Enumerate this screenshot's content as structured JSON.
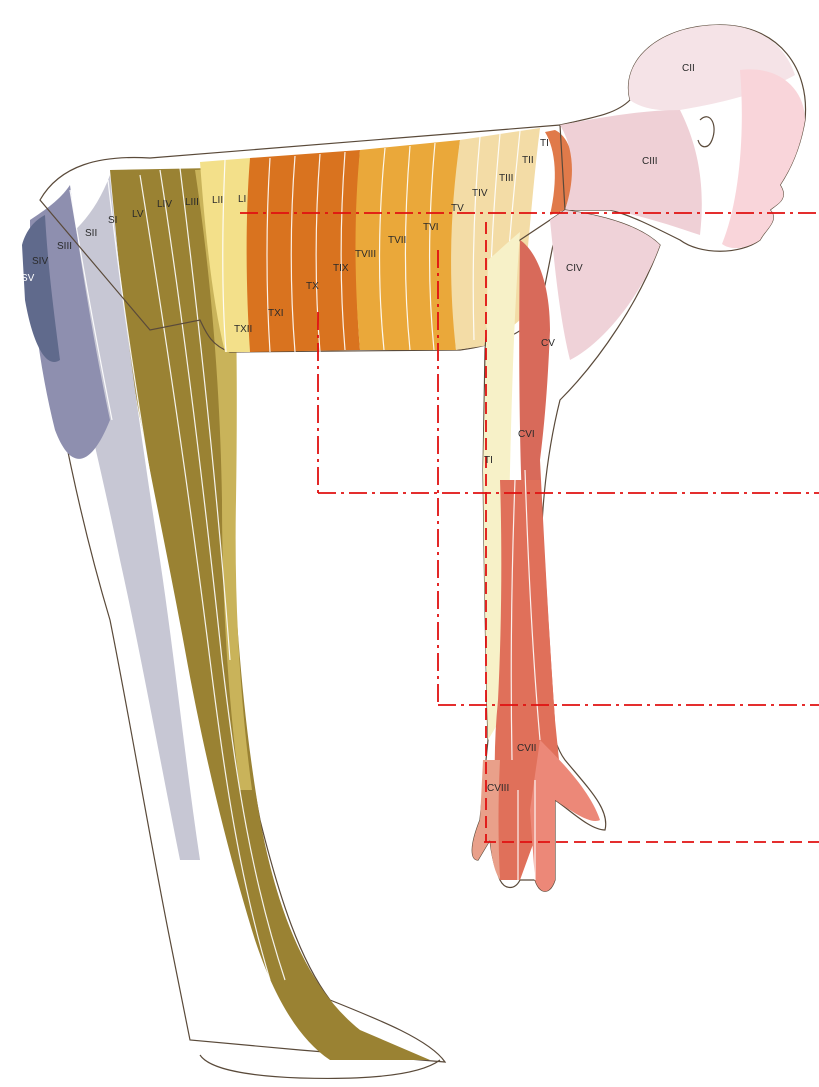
{
  "segments": {
    "cervical": [
      "CII",
      "CIII",
      "CIV",
      "CV",
      "CVI",
      "CVII",
      "CVIII"
    ],
    "thoracic": [
      "TI",
      "TII",
      "TIII",
      "TIV",
      "TV",
      "TVI",
      "TVII",
      "TVIII",
      "TIX",
      "TX",
      "TXI",
      "TXII"
    ],
    "thoracic_arm": "TI",
    "lumbar": [
      "LI",
      "LII",
      "LIII",
      "LIV",
      "LV"
    ],
    "sacral": [
      "SI",
      "SII",
      "SIII",
      "SIV",
      "SV"
    ]
  },
  "colors": {
    "guide_line": "#e01010",
    "cervical": "#f2c9c9",
    "cervical_arm": "#d9604a",
    "thoracic_upper": "#f4e2a8",
    "thoracic_lower": "#d9731f",
    "lumbar": "#9a8233",
    "sacral": "#7f86a6"
  }
}
